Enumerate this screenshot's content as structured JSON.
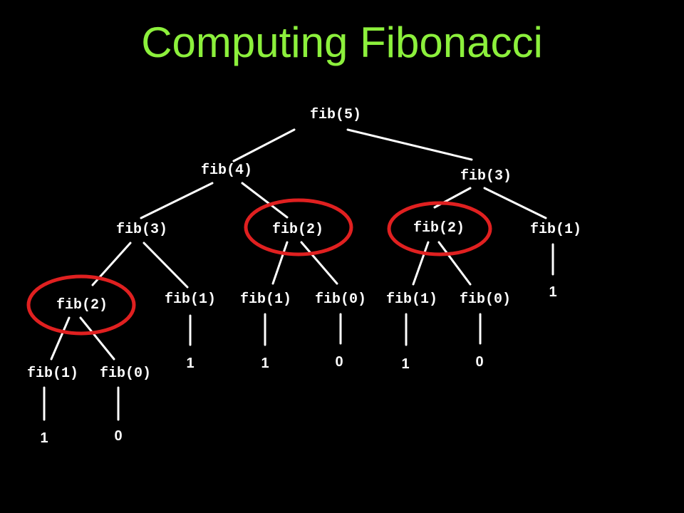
{
  "title": "Computing Fibonacci",
  "colors": {
    "background": "#000000",
    "title": "#8cf03c",
    "text": "#ffffff",
    "edge": "#ffffff",
    "highlight": "#e02020"
  },
  "nodes": {
    "root": "fib(5)",
    "n4": "fib(4)",
    "n3a": "fib(3)",
    "n3a_l": "fib(3)",
    "n2a": "fib(2)",
    "n2b": "fib(2)",
    "n1a": "fib(1)",
    "n2c": "fib(2)",
    "n1b": "fib(1)",
    "n1c": "fib(1)",
    "n0a": "fib(0)",
    "n1d": "fib(1)",
    "n0b": "fib(0)",
    "n1e": "fib(1)",
    "n0c": "fib(0)"
  },
  "leaf_values": {
    "v1": "1",
    "v2": "1",
    "v3": "1",
    "v4": "0",
    "v5": "1",
    "v6": "0",
    "v7": "1",
    "v8": "0"
  }
}
